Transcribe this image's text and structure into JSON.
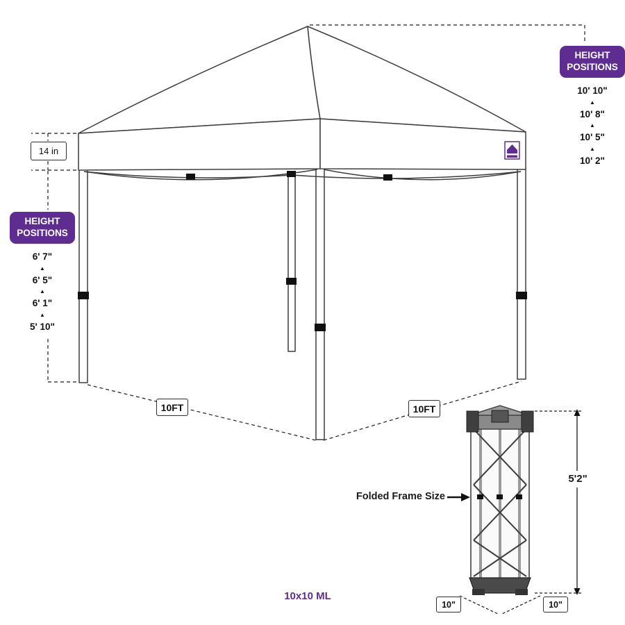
{
  "page_title": "10x10 ML",
  "accent_color": "#5f2d91",
  "icons": {
    "up_triangle": "▲"
  },
  "canopy_diagram": {
    "valance_height": "14 in",
    "leg_heights": {
      "badge": "HEIGHT POSITIONS",
      "values": [
        "6' 7\"",
        "6' 5\"",
        "6' 1\"",
        "5' 10\""
      ]
    },
    "peak_heights": {
      "badge": "HEIGHT POSITIONS",
      "values": [
        "10' 10\"",
        "10' 8\"",
        "10' 5\"",
        "10' 2\""
      ]
    },
    "base_width_left": "10FT",
    "base_width_right": "10FT"
  },
  "folded_frame": {
    "label": "Folded Frame Size",
    "height": "5'2\"",
    "base_left": "10\"",
    "base_right": "10\""
  }
}
